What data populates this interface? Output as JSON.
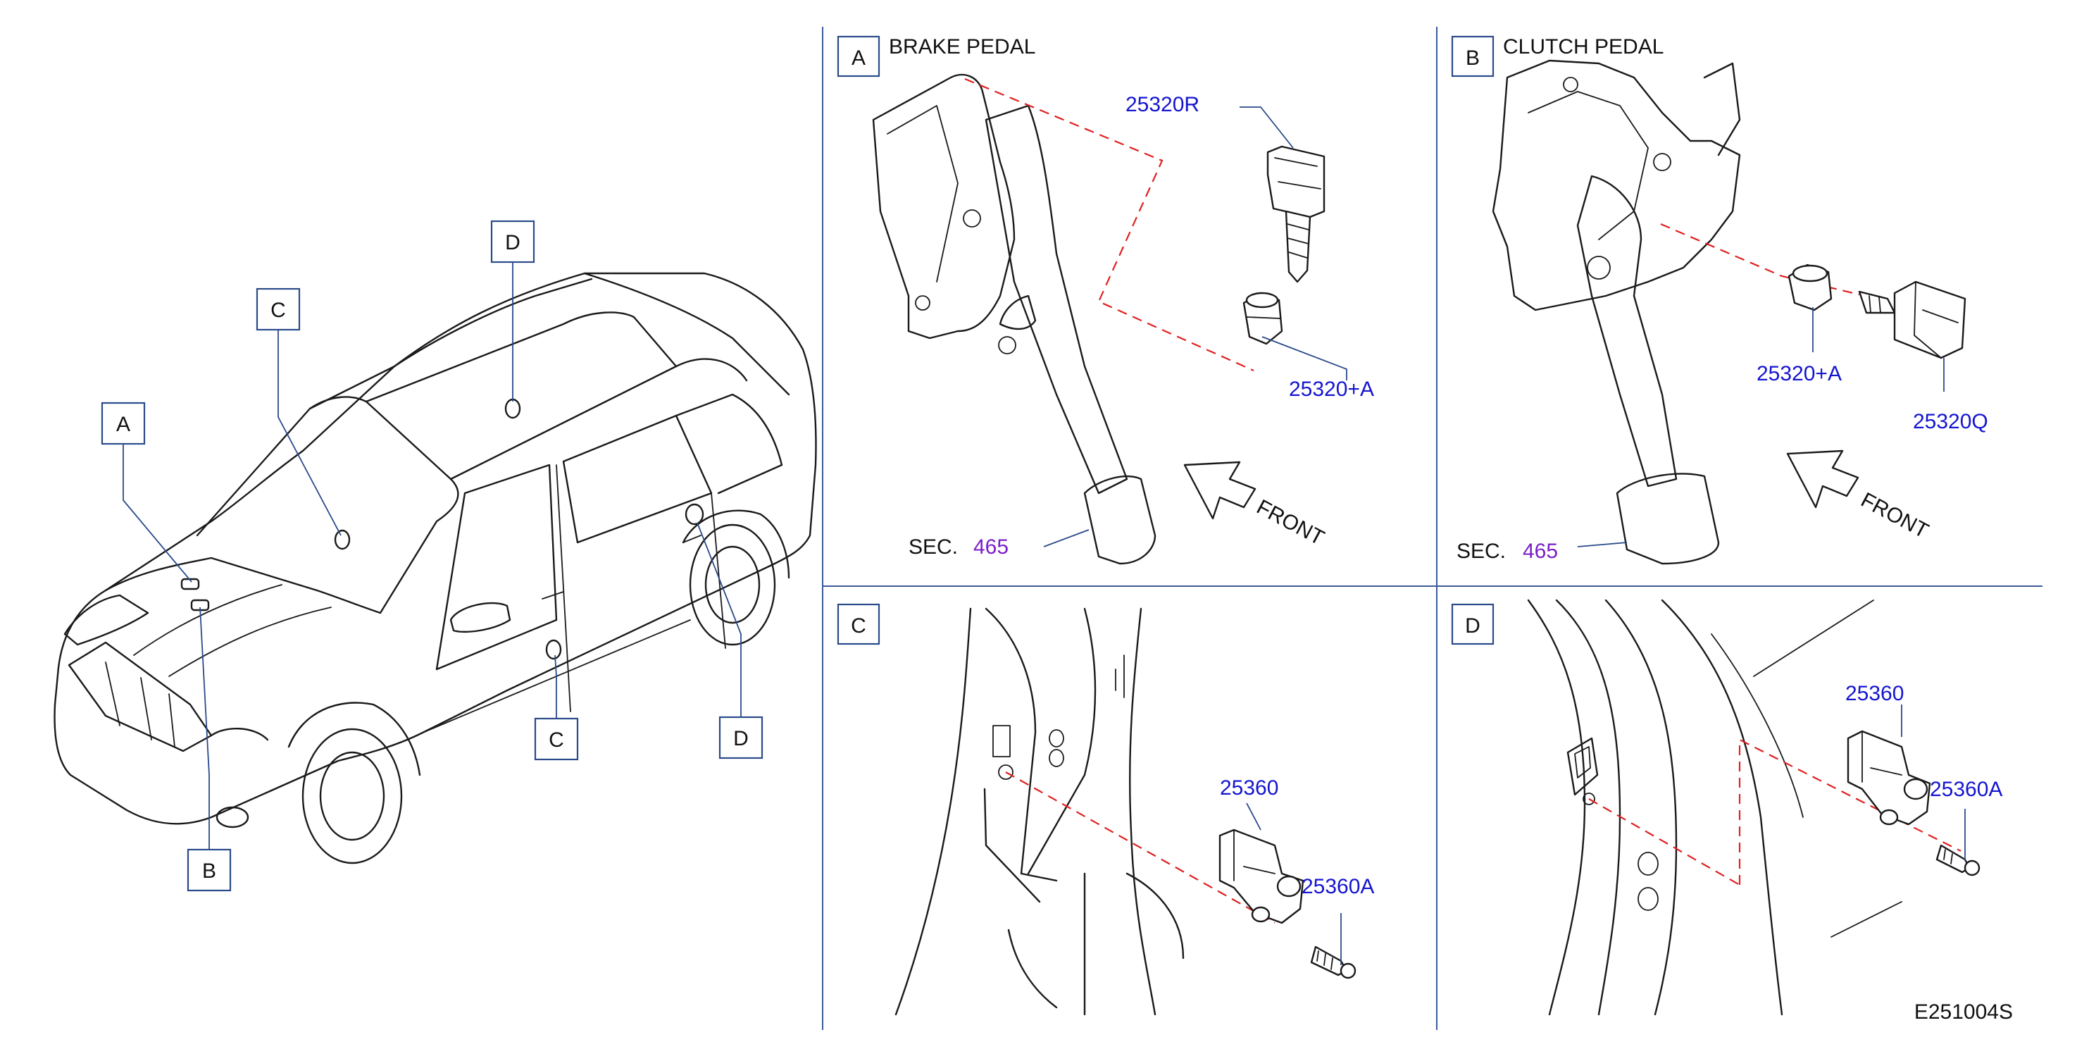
{
  "callouts": {
    "A": "A",
    "B": "B",
    "C": "C",
    "D": "D"
  },
  "panels": {
    "A": {
      "title": "BRAKE   PEDAL",
      "part_switch": "25320R",
      "part_adapter": "25320+A",
      "sec_label": "SEC.",
      "sec_number": "465",
      "front": "FRONT"
    },
    "B": {
      "title": "CLUTCH   PEDAL",
      "part_adapter": "25320+A",
      "part_switch": "25320Q",
      "sec_label": "SEC.",
      "sec_number": "465",
      "front": "FRONT"
    },
    "C": {
      "part_switch": "25360",
      "part_screw": "25360A"
    },
    "D": {
      "part_switch": "25360",
      "part_screw": "25360A"
    }
  },
  "diagram_code": "E251004S",
  "colors": {
    "line": "#1a1a1a",
    "part_number": "#1515d0",
    "sec_number": "#7a1ec8",
    "dashed_guide": "#e02020",
    "frame": "#3a5a9a"
  }
}
